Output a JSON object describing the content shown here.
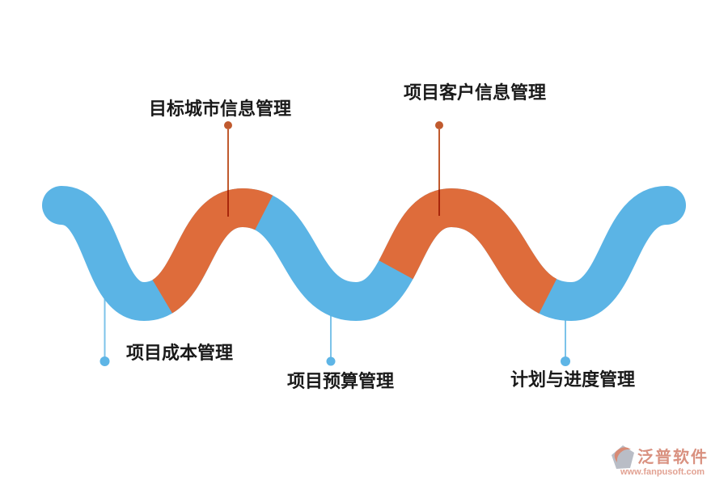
{
  "colors": {
    "background": "#ffffff",
    "wave_blue": "#5bb4e5",
    "wave_orange": "#de6c3b",
    "connector_orange": "#c05a2e",
    "connector_blue": "#7cc3e9",
    "dot_blue": "#5eb5e6",
    "label_text": "#1a1a1a",
    "logo_text": "#d99180",
    "logo_url_text": "#e2a293",
    "logo_mark_gray": "#b9bdc6",
    "logo_mark_accent": "#d88a74"
  },
  "labels": {
    "target_city": "目标城市信息管理",
    "project_customer": "项目客户信息管理",
    "project_cost": "项目成本管理",
    "project_budget": "项目预算管理",
    "plan_schedule": "计划与进度管理"
  },
  "watermark": {
    "brand": "泛普软件",
    "url": "www.fanpusoft.com"
  }
}
